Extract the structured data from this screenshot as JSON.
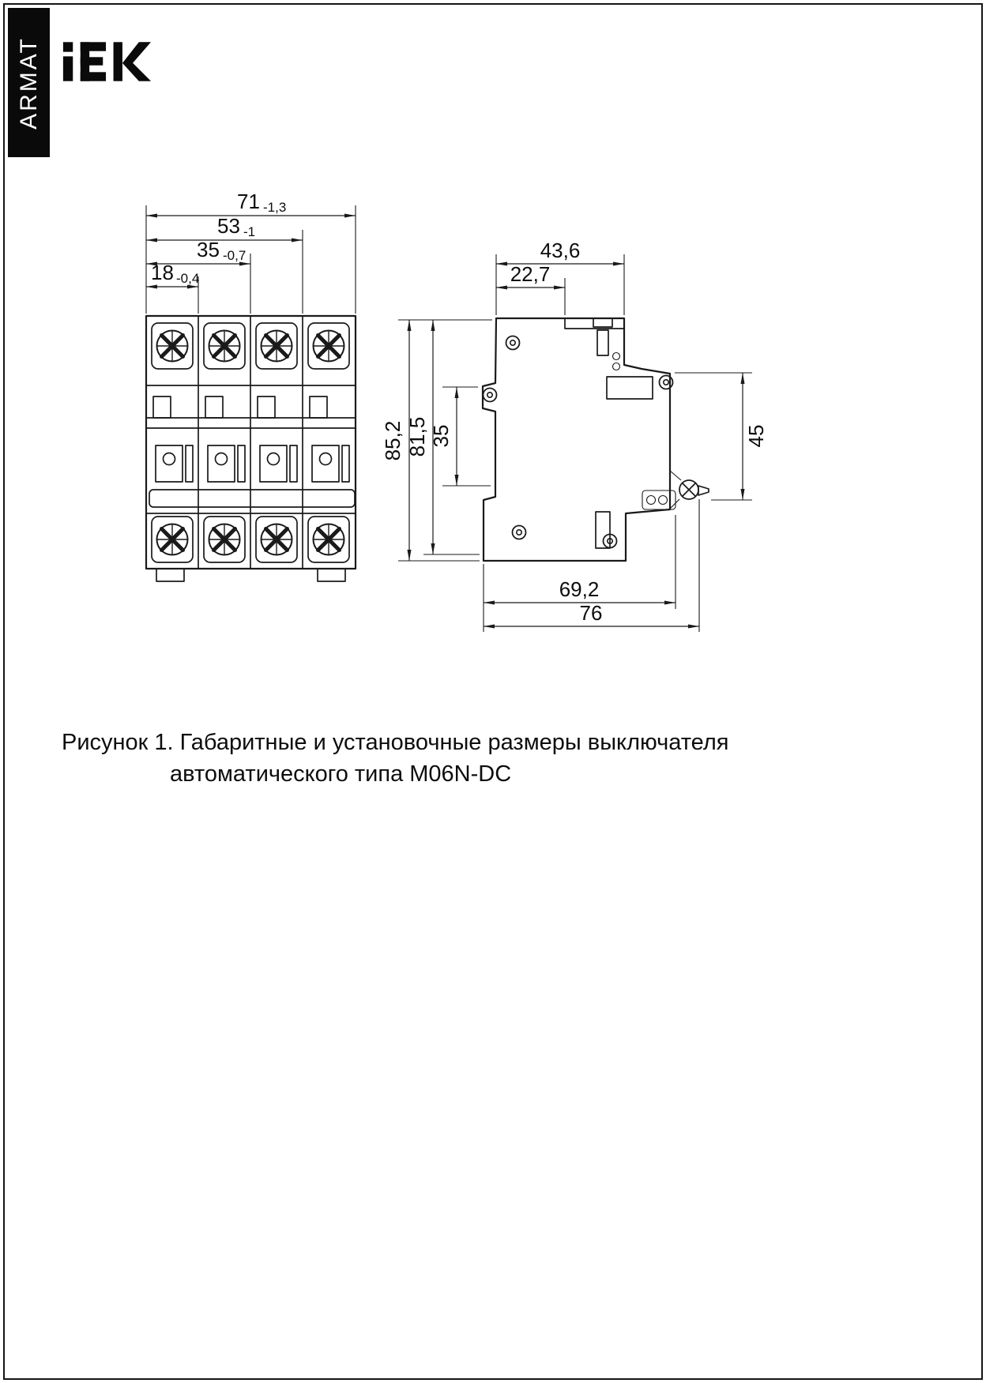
{
  "header": {
    "brand": "ARMAT",
    "logo": "IEK"
  },
  "figure": {
    "caption_line1": "Рисунок 1. Габаритные и установочные размеры выключателя",
    "caption_line2": "автоматического типа M06N-DC"
  },
  "front_view": {
    "dims": [
      {
        "value": "71",
        "tol": "-1,3"
      },
      {
        "value": "53",
        "tol": "-1"
      },
      {
        "value": "35",
        "tol": "-0,7"
      },
      {
        "value": "18",
        "tol": "-0,4"
      }
    ]
  },
  "side_view": {
    "dims": {
      "overall_width": "43,6",
      "inner_width": "22,7",
      "overall_height": "85,2",
      "body_height": "81,5",
      "front_section_height": "35",
      "din_rail_section": "45",
      "mount_depth": "69,2",
      "overall_depth": "76"
    }
  }
}
